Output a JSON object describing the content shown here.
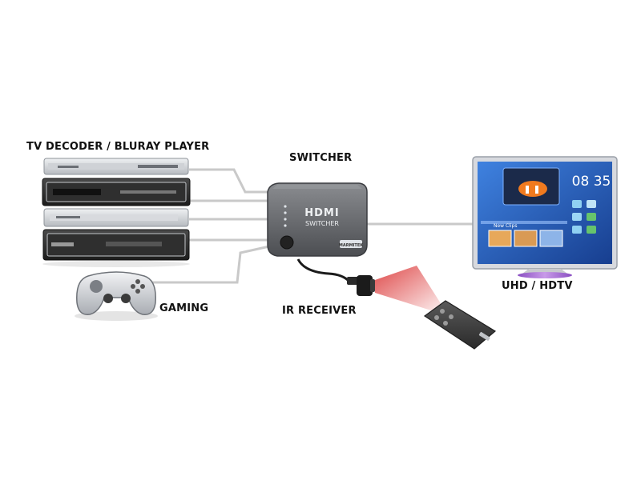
{
  "labels": {
    "sources": "TV DECODER / BLURAY PLAYER",
    "switcher": "SWITCHER",
    "gaming": "GAMING",
    "ir_receiver": "IR RECEIVER",
    "display": "UHD / HDTV"
  },
  "switcher_box": {
    "brand": "HDMI",
    "name": "SWITCHER",
    "badge": "MARMITEK"
  },
  "tv_screen": {
    "time": "08 35",
    "panel_title": "New Clips"
  },
  "colors": {
    "cable": "#c9c9c9",
    "device_dark": "#2b2b2b",
    "device_silver": "#cfd2d6",
    "switcher_body": "#6e7074",
    "tv_frame": "#d7d9de",
    "tv_screen": "#2a5fbf",
    "tv_stand": "#b07ad6",
    "ir_beam": "#d92b2b"
  },
  "icons": [
    "gamepad-icon",
    "remote-control-icon",
    "ir-receiver-icon"
  ]
}
